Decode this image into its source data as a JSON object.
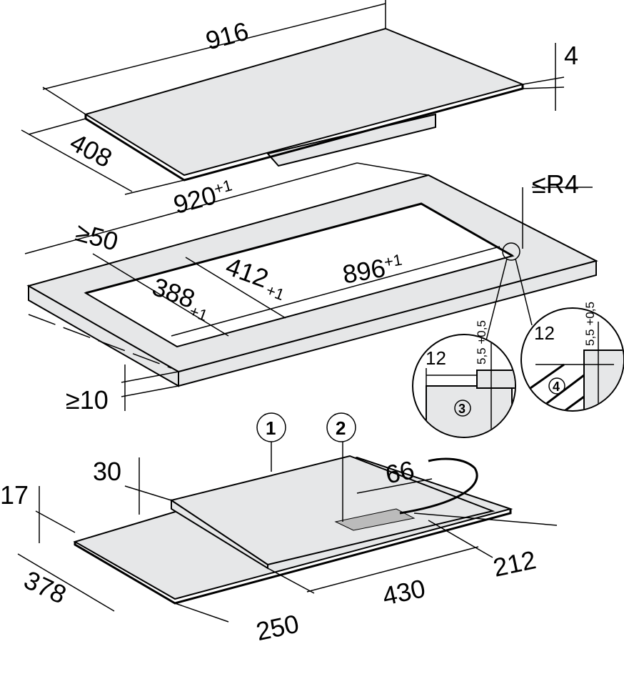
{
  "colors": {
    "surface": "#e6e7e8",
    "line": "#000000"
  },
  "hob": {
    "length": "916",
    "thickness": "4",
    "depth": "408"
  },
  "cutout": {
    "outer_length": "920",
    "outer_length_tol": "+1",
    "corner_radius": "≤R4",
    "min_edge": "≥50",
    "inner_depth": "412",
    "inner_depth_tol": "+1",
    "inner_length": "896",
    "inner_length_tol": "+1",
    "depth": "388",
    "depth_tol": "+1",
    "min_thickness": "≥10"
  },
  "details": [
    {
      "number": "3",
      "width": "12",
      "height": "5,5",
      "height_tol": "+0,5"
    },
    {
      "number": "4",
      "width": "12",
      "height": "5,5",
      "height_tol": "+0,5"
    }
  ],
  "callouts": [
    "1",
    "2"
  ],
  "underside": {
    "box_height": "30",
    "plate_height": "17",
    "connector": "66",
    "right_depth": "212",
    "box_length": "430",
    "depth": "378",
    "offset": "250"
  }
}
